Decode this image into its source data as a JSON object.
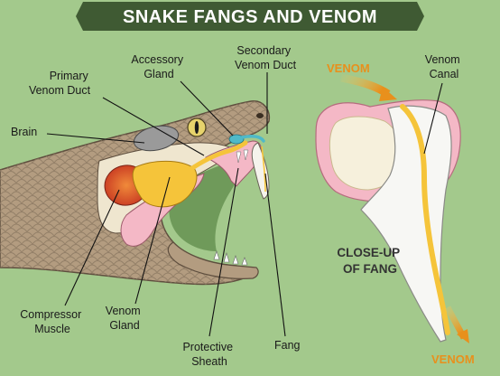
{
  "title": "SNAKE FANGS AND VENOM",
  "labels": {
    "secondary_venom_duct": [
      "Secondary",
      "Venom Duct"
    ],
    "accessory_gland": [
      "Accessory",
      "Gland"
    ],
    "primary_venom_duct": [
      "Primary",
      "Venom Duct"
    ],
    "brain": "Brain",
    "compressor_muscle": [
      "Compressor",
      "Muscle"
    ],
    "venom_gland": [
      "Venom",
      "Gland"
    ],
    "protective_sheath": [
      "Protective",
      "Sheath"
    ],
    "fang": "Fang",
    "venom_in": "VENOM",
    "venom_canal": [
      "Venom",
      "Canal"
    ],
    "close_up": [
      "CLOSE-UP",
      "OF FANG"
    ],
    "venom_out": "VENOM"
  },
  "colors": {
    "background": "#a3c98c",
    "title_bar": "#3f5a33",
    "snake_skin": "#b39c80",
    "venom": "#f5c43a",
    "muscle": "#d24a2a",
    "gum_pink": "#f4b8c6",
    "arrow_orange": "#e8901c"
  }
}
